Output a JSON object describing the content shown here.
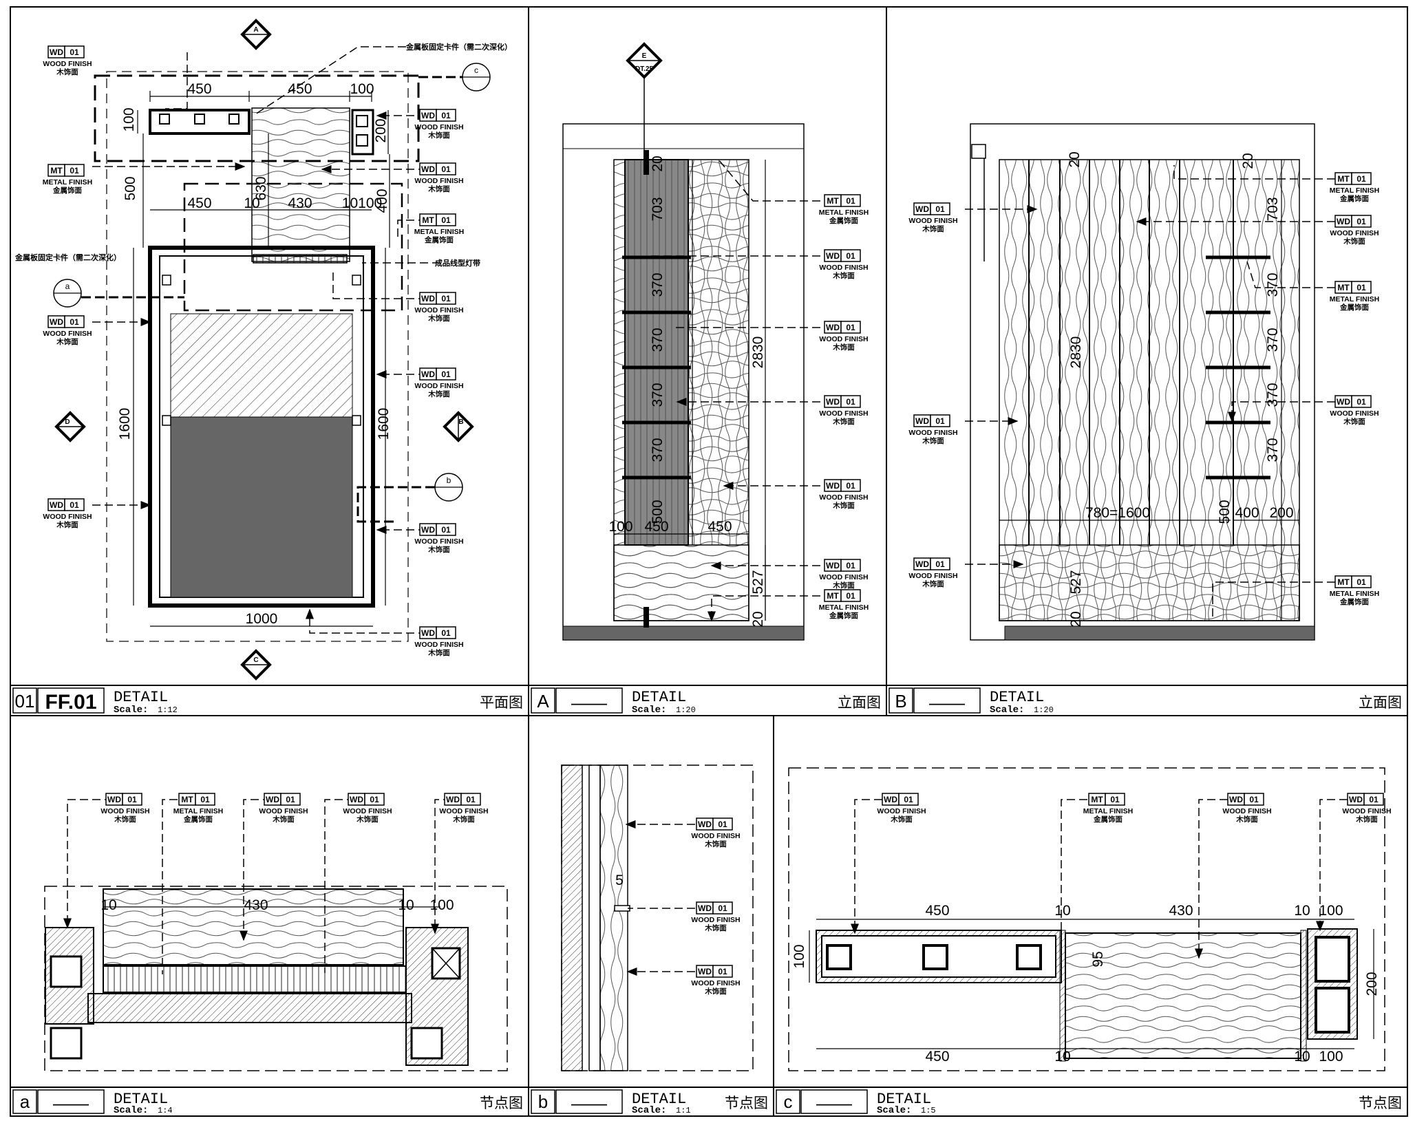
{
  "legend_labels": {
    "wood_finish": "WOOD FINISH",
    "wood_finish_cn": "木饰面",
    "metal_finish": "METAL FINISH",
    "metal_finish_cn": "金属饰面",
    "wd_code": "WD",
    "mt_code": "MT",
    "num": "01"
  },
  "notes": {
    "metal_plate": "金属板固定卡件（需二次深化）",
    "led_strip": "成品线型灯带"
  },
  "markers": {
    "A": "A",
    "B": "B",
    "C": "C",
    "D": "D",
    "E": "E",
    "a": "a",
    "b": "b",
    "c": "c",
    "ref_dt": "DT.25"
  },
  "panels": [
    {
      "id": "01",
      "ref": "FF.01",
      "title": "DETAIL",
      "scale_label": "Scale:",
      "scale": "1:12",
      "type_cn": "平面图"
    },
    {
      "id": "A",
      "ref": "——",
      "title": "DETAIL",
      "scale_label": "Scale:",
      "scale": "1:20",
      "type_cn": "立面图"
    },
    {
      "id": "B",
      "ref": "——",
      "title": "DETAIL",
      "scale_label": "Scale:",
      "scale": "1:20",
      "type_cn": "立面图"
    },
    {
      "id": "a",
      "ref": "——",
      "title": "DETAIL",
      "scale_label": "Scale:",
      "scale": "1:4",
      "type_cn": "节点图"
    },
    {
      "id": "b",
      "ref": "——",
      "title": "DETAIL",
      "scale_label": "Scale:",
      "scale": "1:1",
      "type_cn": "节点图"
    },
    {
      "id": "c",
      "ref": "——",
      "title": "DETAIL",
      "scale_label": "Scale:",
      "scale": "1:5",
      "type_cn": "节点图"
    }
  ],
  "dimensions": {
    "plan": {
      "d450a": "450",
      "d450b": "450",
      "d100a": "100",
      "d100v": "100",
      "d200v": "200",
      "d500v": "500",
      "d630v": "630",
      "d450c": "450",
      "d10": "10",
      "d430": "430",
      "d10100": "10100",
      "d400v": "400",
      "d1600l": "1600",
      "d1600r": "1600",
      "d1000": "1000"
    },
    "elevA": {
      "d20t": "20",
      "d703": "703",
      "d370a": "370",
      "d370b": "370",
      "d370c": "370",
      "d370d": "370",
      "d500": "500",
      "d2830": "2830",
      "d100": "100",
      "d450a": "450",
      "d450b": "450",
      "d527": "527",
      "d20b": "20"
    },
    "elevB": {
      "d20a": "20",
      "d20b": "20",
      "d703": "703",
      "d370a": "370",
      "d370b": "370",
      "d370c": "370",
      "d370d": "370",
      "d2830": "2830",
      "d1600": "780=1600",
      "d500": "500",
      "d400": "400",
      "d200": "200",
      "d527": "527",
      "d20c": "20"
    },
    "detA": {
      "d430": "430",
      "d10a": "10",
      "d10b": "10",
      "d100": "100"
    },
    "detB": {
      "d5": "5"
    },
    "detC": {
      "d450a": "450",
      "d10a": "10",
      "d430": "430",
      "d10b": "10",
      "d100a": "100",
      "d100v": "100",
      "d95": "95",
      "d200v": "200",
      "d450b": "450",
      "d10c": "10",
      "d10d": "10",
      "d100b": "100"
    }
  }
}
